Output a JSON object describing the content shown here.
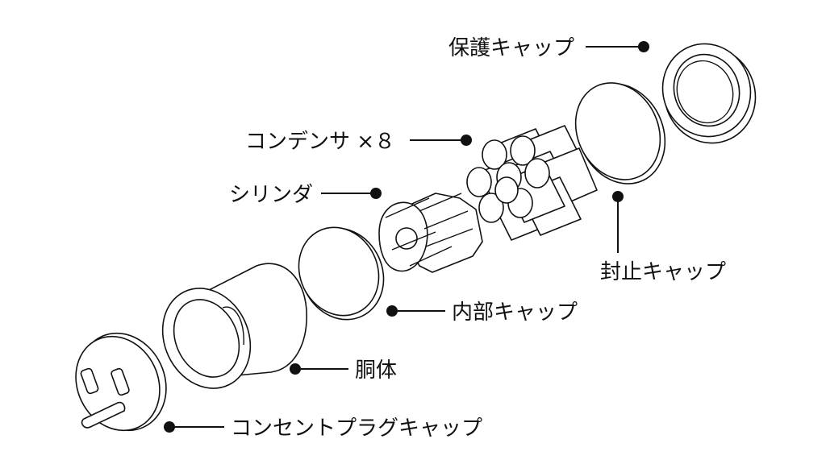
{
  "labels": {
    "protective_cap": "保護キャップ",
    "capacitor": "コンデンサ ×８",
    "cylinder": "シリンダ",
    "sealing_cap": "封止キャップ",
    "inner_cap": "内部キャップ",
    "body": "胴体",
    "plug_cap": "コンセントプラグキャップ"
  },
  "colors": {
    "ink": "#111111",
    "background": "#ffffff"
  }
}
